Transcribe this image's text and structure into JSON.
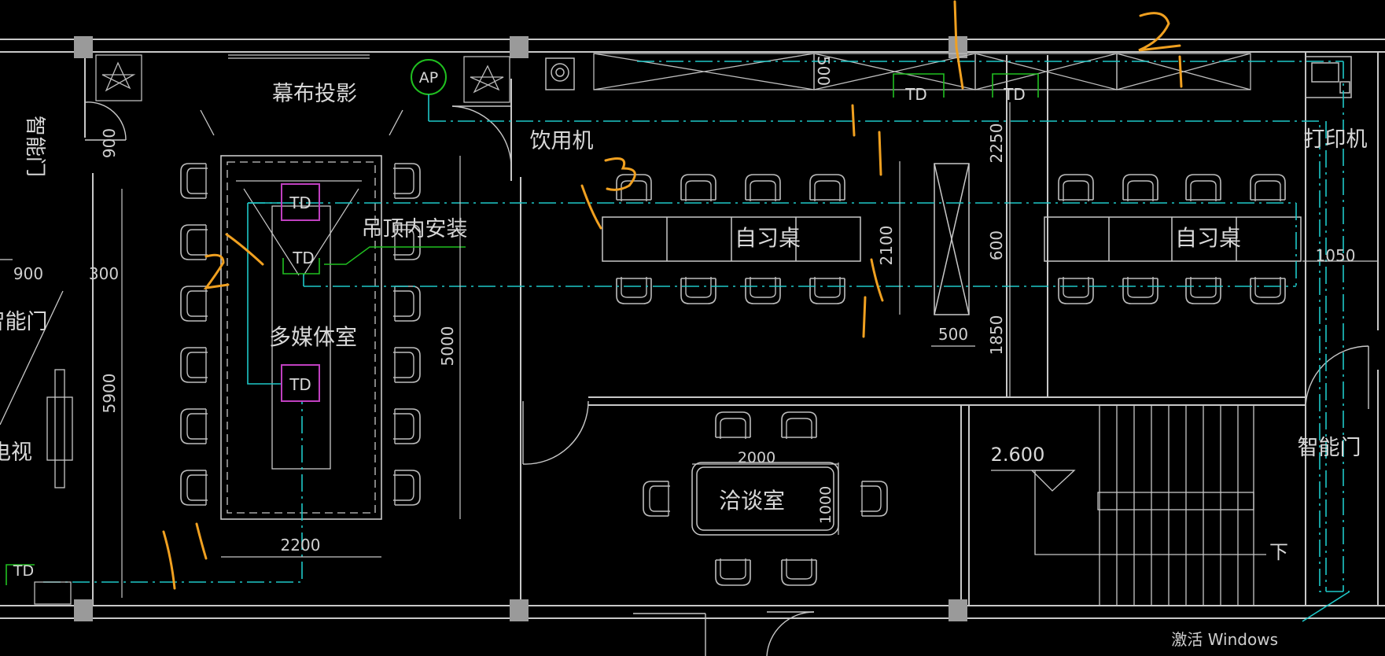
{
  "rooms": {
    "multimedia": "多媒体室",
    "study_desk_1": "自习桌",
    "study_desk_2": "自习桌",
    "meeting": "洽谈室"
  },
  "annotations": {
    "screen_projection": "幕布投影",
    "water_dispenser": "饮用机",
    "printer": "打印机",
    "smart_door_1": "智能门",
    "smart_door_2": "智能门",
    "smart_door_3": "智能门",
    "tv_partial": "电视",
    "ceiling_install": "吊顶内安装",
    "downstairs": "下",
    "elevation": "2.600"
  },
  "devices": {
    "ap": "AP",
    "td": "TD"
  },
  "dimensions": {
    "d900a": "900",
    "d900b": "900",
    "d300": "300",
    "d5900": "5900",
    "d5000": "5000",
    "d2200": "2200",
    "d500a": "500",
    "d2250": "2250",
    "d600": "600",
    "d1850": "1850",
    "d2100": "2100",
    "d500b": "500",
    "d1050": "1050",
    "d2000": "2000",
    "d1000": "1000"
  },
  "handwritten_marks": [
    "1",
    "2",
    "3",
    "2",
    "1",
    "1",
    "1",
    "1"
  ],
  "watermark": "激活 Windows",
  "colors": {
    "wall": "#c8c8c8",
    "cyan": "#1ec8c8",
    "magenta": "#c040c0",
    "green": "#20c020",
    "orange": "#f0a020"
  }
}
